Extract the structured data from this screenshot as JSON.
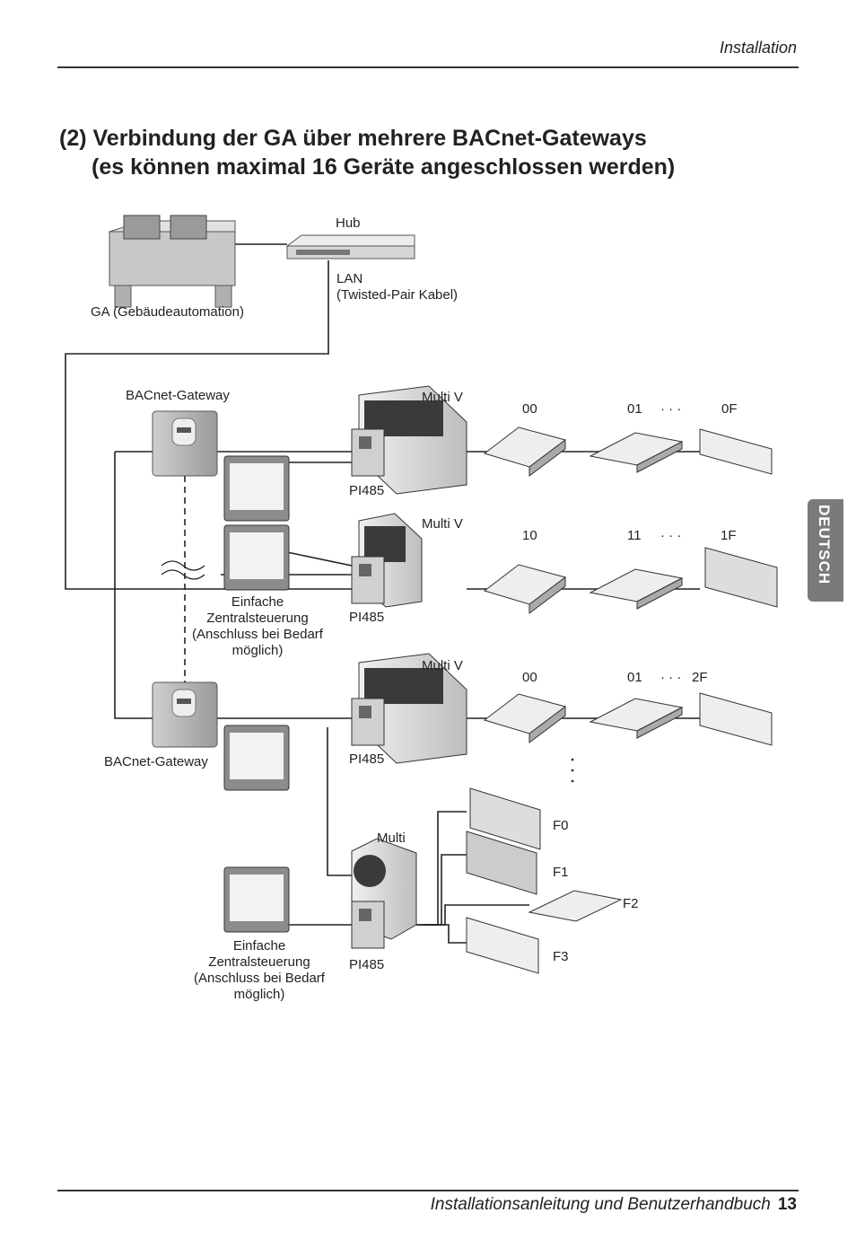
{
  "header": {
    "section": "Installation"
  },
  "title": {
    "line1": "(2) Verbindung der GA über mehrere BACnet-Gateways",
    "line2": "(es können maximal 16 Geräte angeschlossen werden)"
  },
  "side_tab": "DEUTSCH",
  "labels": {
    "hub": "Hub",
    "lan": "LAN",
    "lan_cable": "(Twisted-Pair Kabel)",
    "ga": "GA (Gebäudeautomation)",
    "gateway_top": "BACnet-Gateway",
    "gateway_bottom": "BACnet-Gateway",
    "multi_v_1": "Multi V",
    "multi_v_2": "Multi V",
    "multi_v_3": "Multi V",
    "multi": "Multi",
    "pi485_1": "PI485",
    "pi485_2": "PI485",
    "pi485_3": "PI485",
    "pi485_4": "PI485",
    "ctrl_top": [
      "Einfache",
      "Zentralsteuerung",
      "(Anschluss bei Bedarf",
      "möglich)"
    ],
    "ctrl_bottom": [
      "Einfache",
      "Zentralsteuerung",
      "(Anschluss bei Bedarf",
      "möglich)"
    ]
  },
  "addresses": {
    "row1": [
      "00",
      "01",
      "· · ·",
      "0F"
    ],
    "row2": [
      "10",
      "11",
      "· · ·",
      "1F"
    ],
    "row3": [
      "00",
      "01",
      "· · ·",
      "2F"
    ],
    "multi_units": [
      "F0",
      "F1",
      "F2",
      "F3"
    ]
  },
  "footer": {
    "text": "Installationsanleitung und Benutzerhandbuch",
    "page": "13"
  }
}
